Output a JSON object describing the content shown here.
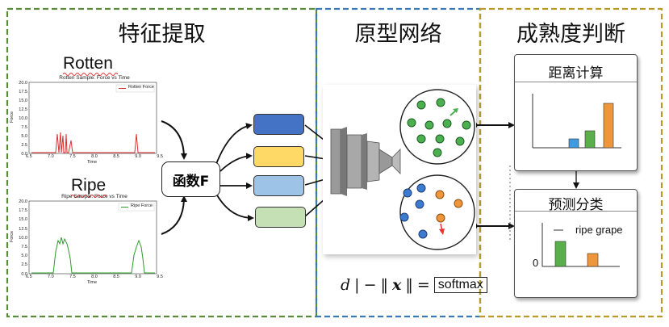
{
  "panels": {
    "left_title": "特征提取",
    "middle_title": "原型网络",
    "right_title": "成熟度判断",
    "border_colors": {
      "left": "#5b8a3c",
      "middle": "#3a78b6",
      "right": "#b89a2a"
    }
  },
  "samples": {
    "rotten_label": "Rotten",
    "ripe_label": "Ripe"
  },
  "plots": {
    "rotten": {
      "title": "Rotten Sample: Force vs Time",
      "legend": "Rotten Force",
      "ylabel": "Force",
      "xlabel": "Time",
      "color": "#e03030",
      "y_ticks": [
        "20.0",
        "17.5",
        "15.0",
        "12.5",
        "10.0",
        "7.5",
        "5.0",
        "2.5",
        "0.0"
      ],
      "x_ticks": [
        "6.5",
        "7.0",
        "7.5",
        "8.0",
        "8.5",
        "9.0",
        "9.5"
      ]
    },
    "ripe": {
      "title": "Ripe Sample: Force vs Time",
      "legend": "Ripe Force",
      "ylabel": "Force",
      "xlabel": "Time",
      "color": "#2e9a2e",
      "y_ticks": [
        "20.0",
        "17.5",
        "15.0",
        "12.5",
        "10.0",
        "7.5",
        "5.0",
        "2.5",
        "0.0"
      ],
      "x_ticks": [
        "6.5",
        "7.0",
        "7.5",
        "8.0",
        "8.5",
        "9.0",
        "9.5"
      ]
    }
  },
  "function_label": "函数F",
  "feature_colors": [
    "#4472c4",
    "#ffd966",
    "#9dc3e6",
    "#c5e0b4"
  ],
  "formula": {
    "d": "d",
    "bar": "|",
    "minus": "−",
    "norm_open": "‖",
    "x": "x",
    "norm_close": "‖",
    "equals": "=",
    "softmax": "softmax"
  },
  "cards": {
    "distance_title": "距离计算",
    "classify_title": "预测分类",
    "legend_text": "ripe grape",
    "zero_label": "0",
    "bar_colors": {
      "blue": "#3d9be0",
      "green": "#5aaf4a",
      "orange": "#f0963a"
    }
  }
}
